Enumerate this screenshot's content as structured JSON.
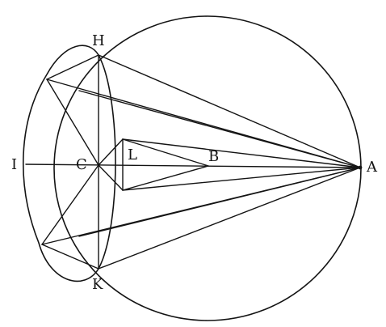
{
  "figure": {
    "labels": {
      "A": "A",
      "B": "B",
      "C": "C",
      "H": "H",
      "I": "I",
      "K": "K",
      "L": "L"
    },
    "ink_color": "#141414",
    "background_color": "#ffffff"
  }
}
